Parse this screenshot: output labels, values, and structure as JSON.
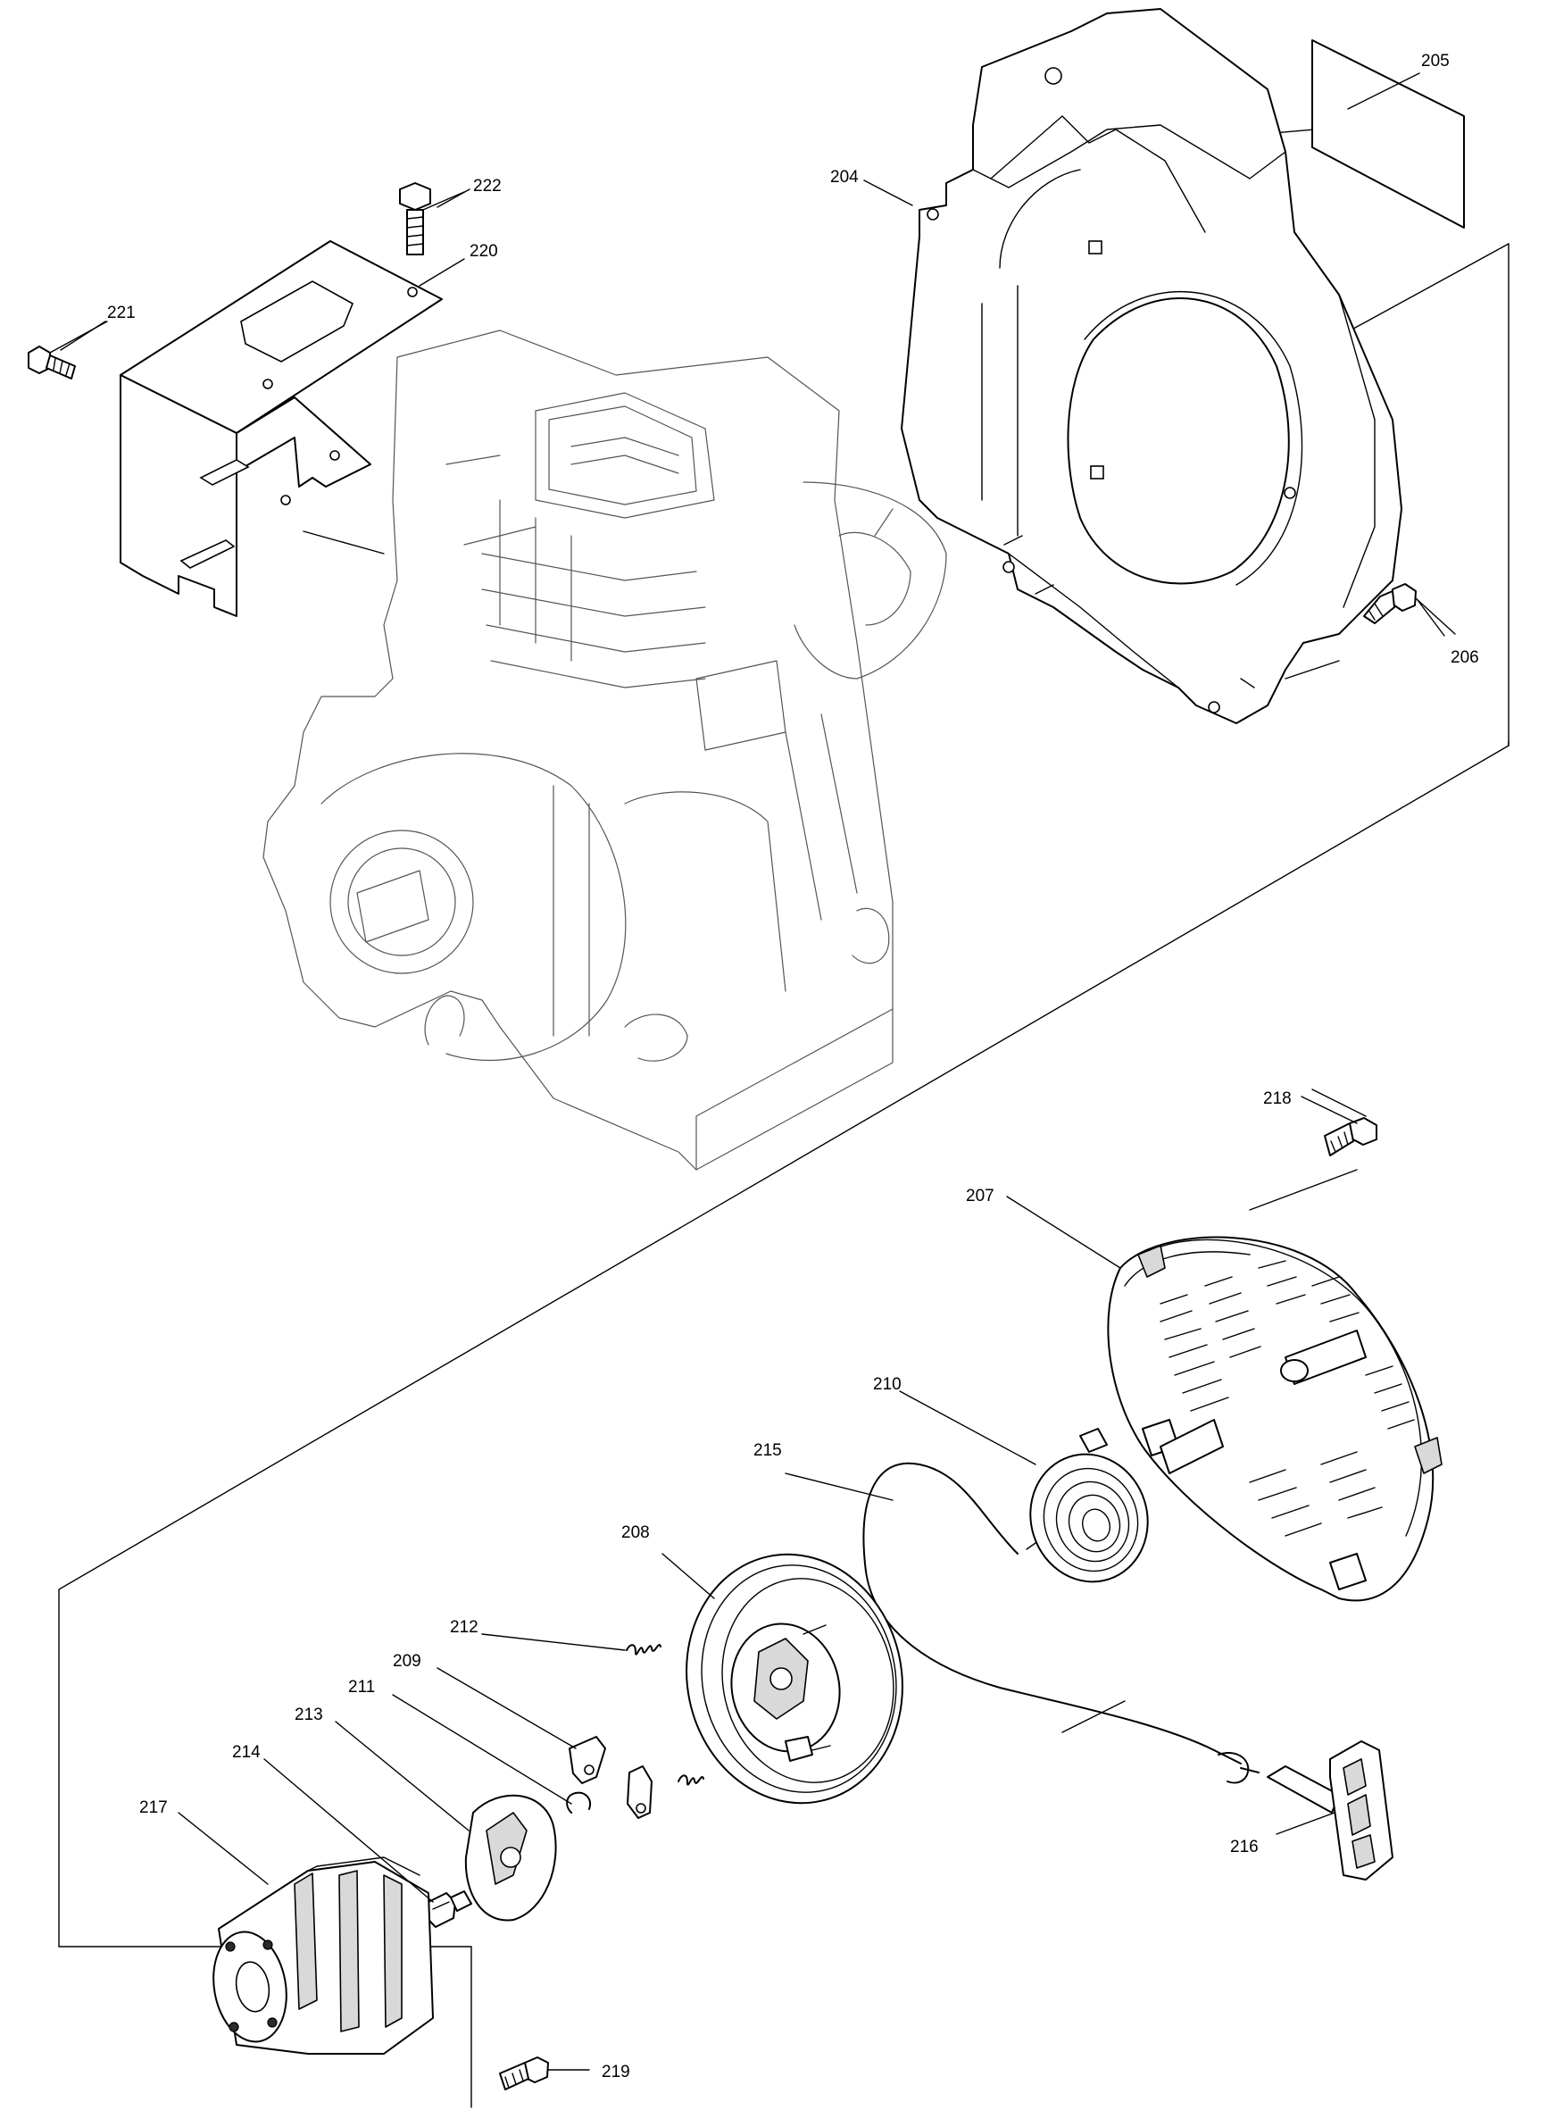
{
  "figure": {
    "callouts": [
      {
        "id": "c205",
        "label": "205"
      },
      {
        "id": "c204",
        "label": "204"
      },
      {
        "id": "c222",
        "label": "222"
      },
      {
        "id": "c220",
        "label": "220"
      },
      {
        "id": "c221",
        "label": "221"
      },
      {
        "id": "c206",
        "label": "206"
      },
      {
        "id": "c218",
        "label": "218"
      },
      {
        "id": "c207",
        "label": "207"
      },
      {
        "id": "c210",
        "label": "210"
      },
      {
        "id": "c215",
        "label": "215"
      },
      {
        "id": "c208",
        "label": "208"
      },
      {
        "id": "c212",
        "label": "212"
      },
      {
        "id": "c209",
        "label": "209"
      },
      {
        "id": "c211",
        "label": "211"
      },
      {
        "id": "c213",
        "label": "213"
      },
      {
        "id": "c214",
        "label": "214"
      },
      {
        "id": "c217",
        "label": "217"
      },
      {
        "id": "c216",
        "label": "216"
      },
      {
        "id": "c219",
        "label": "219"
      }
    ]
  }
}
